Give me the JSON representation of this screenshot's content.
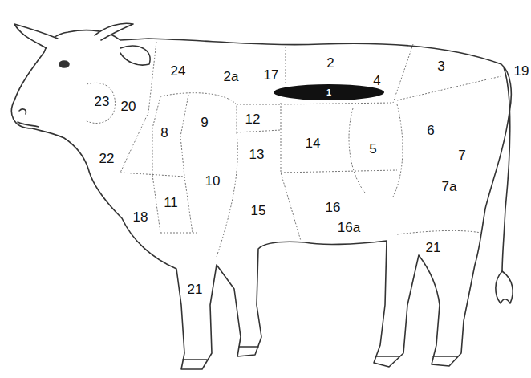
{
  "diagram": {
    "nodes": [
      {
        "text": [
          "1"
        ]
      }
    ],
    "labels": [
      "24",
      "2a",
      "17",
      "2",
      "4",
      "3",
      "19",
      "23",
      "20",
      "9",
      "8",
      "12",
      "13",
      "14",
      "5",
      "6",
      "7",
      "7a",
      "22",
      "10",
      "11",
      "18",
      "15",
      "16",
      "16a",
      "21",
      "21"
    ]
  }
}
